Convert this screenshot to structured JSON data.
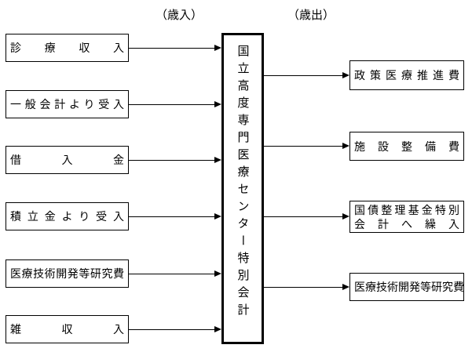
{
  "diagram": {
    "income_header": "（歳入）",
    "expenditure_header": "（歳出）",
    "center_box": {
      "label": "国立高度専門医療センター特別会計"
    },
    "income_boxes": [
      {
        "label": "診療収入"
      },
      {
        "label": "一般会計より受入"
      },
      {
        "label": "借入金"
      },
      {
        "label": "積立金より受入"
      },
      {
        "label": "医療技術開発等研究費"
      },
      {
        "label": "雑収入"
      }
    ],
    "expenditure_boxes": [
      {
        "lines": [
          "政策医療推進費"
        ]
      },
      {
        "lines": [
          "施設整備費"
        ]
      },
      {
        "lines": [
          "国債整理基金特別",
          "会計へ繰入"
        ]
      },
      {
        "lines": [
          "医療技術開発等研究費"
        ]
      }
    ],
    "colors": {
      "line": "#000000",
      "box_border": "#000000",
      "text": "#000000",
      "background": "#ffffff"
    }
  }
}
